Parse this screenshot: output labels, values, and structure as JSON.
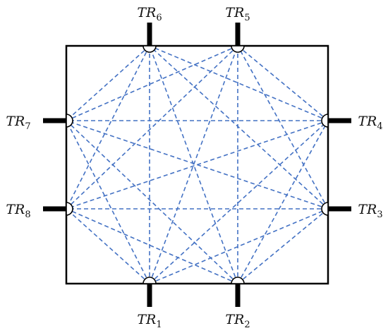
{
  "transducers": [
    {
      "id": 1,
      "name": "TR",
      "sub": "1",
      "side": "bottom",
      "slot": "left"
    },
    {
      "id": 2,
      "name": "TR",
      "sub": "2",
      "side": "bottom",
      "slot": "right"
    },
    {
      "id": 3,
      "name": "TR",
      "sub": "3",
      "side": "right",
      "slot": "lower"
    },
    {
      "id": 4,
      "name": "TR",
      "sub": "4",
      "side": "right",
      "slot": "upper"
    },
    {
      "id": 5,
      "name": "TR",
      "sub": "5",
      "side": "top",
      "slot": "right"
    },
    {
      "id": 6,
      "name": "TR",
      "sub": "6",
      "side": "top",
      "slot": "left"
    },
    {
      "id": 7,
      "name": "TR",
      "sub": "7",
      "side": "left",
      "slot": "upper"
    },
    {
      "id": 8,
      "name": "TR",
      "sub": "8",
      "side": "left",
      "slot": "lower"
    }
  ],
  "connections": "all-pairs-except-same-side",
  "colors": {
    "frame": "#000000",
    "path": "#4472C4",
    "sensor_body": "#000000",
    "sensor_face": "#ffffff"
  }
}
